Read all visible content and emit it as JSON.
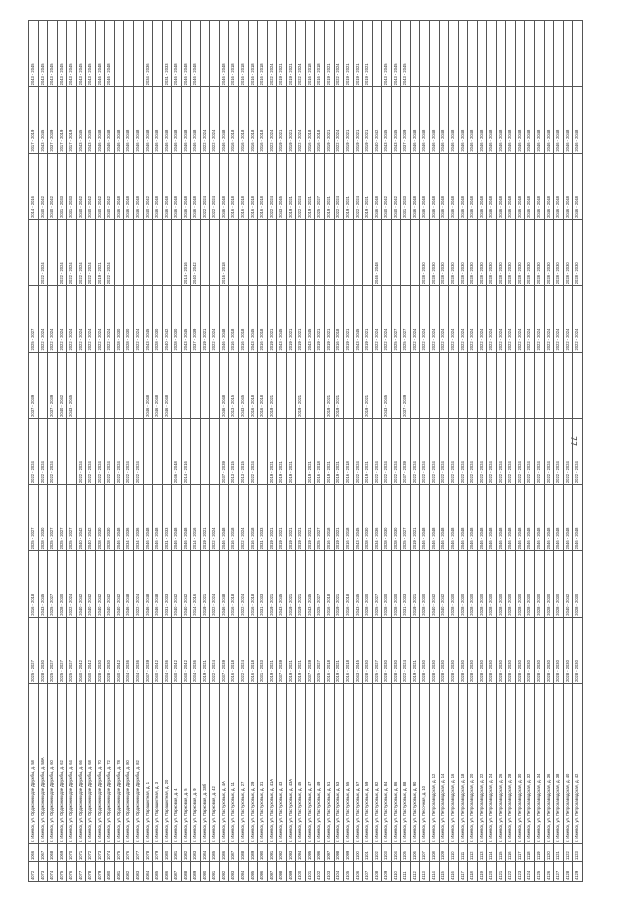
{
  "page_number": "77",
  "rows": [
    [
      "4072",
      "1066",
      "г. Ижевск, ул. Орджоникидзе Дружбы, д. 58",
      "2025 - 2027",
      "2016 - 2018",
      "2025 - 2027",
      "2022 - 2024",
      "2037 - 2039",
      "2025 - 2027",
      "",
      "2014 - 2016",
      "2017 - 2019",
      "2043 - 2045"
    ],
    [
      "4073",
      "1067",
      "г. Ижевск, ул. Орджоникидзе Дружбы, д. 58А",
      "2028 - 2030",
      "2043 - 2045",
      "2028 - 2030",
      "2022 - 2024",
      "",
      "2022 - 2024",
      "2022 - 2024",
      "2040 - 2042",
      "2043 - 2045",
      "2043 - 2045"
    ],
    [
      "4074",
      "1068",
      "г. Ижевск, ул. Орджоникидзе Дружбы, д. 60",
      "2025 - 2027",
      "2025 - 2027",
      "2025 - 2027",
      "2022 - 2024",
      "2037 - 2039",
      "2022 - 2024",
      "",
      "2040 - 2042",
      "2037 - 2039",
      "2043 - 2045"
    ],
    [
      "4075",
      "1069",
      "г. Ижевск, ул. Орджоникидзе Дружбы, д. 62",
      "2025 - 2027",
      "2028 - 2030",
      "2025 - 2027",
      "",
      "2040 - 2042",
      "2022 - 2024",
      "2022 - 2024",
      "2031 - 2033",
      "2017 - 2019",
      "2043 - 2045"
    ],
    [
      "4076",
      "1070",
      "г. Ижевск, ул. Орджоникидзе Дружбы, д. 64",
      "2025 - 2027",
      "2022 - 2024",
      "2025 - 2027",
      "",
      "2043 - 2045",
      "2022 - 2024",
      "2022 - 2024",
      "2031 - 2033",
      "2017 - 2019",
      "2043 - 2045"
    ],
    [
      "4077",
      "1071",
      "г. Ижевск, ул. Орджоникидзе Дружбы, д. 66",
      "2040 - 2042",
      "2040 - 2042",
      "2040 - 2042",
      "2022 - 2024",
      "",
      "2022 - 2024",
      "2022 - 2024",
      "2040 - 2042",
      "2043 - 2045",
      "2043 - 2045"
    ],
    [
      "4078",
      "1072",
      "г. Ижевск, ул. Орджоникидзе Дружбы, д. 68",
      "2040 - 2042",
      "2040 - 2042",
      "2040 - 2042",
      "2022 - 2024",
      "",
      "2022 - 2024",
      "2022 - 2024",
      "2040 - 2042",
      "2043 - 2045",
      "2043 - 2045"
    ],
    [
      "4079",
      "1073",
      "г. Ижевск, ул. Орджоникидзе Дружбы, д. 70",
      "2028 - 2030",
      "2040 - 2042",
      "2028 - 2030",
      "2022 - 2024",
      "",
      "2022 - 2024",
      "2019 - 2021",
      "2040 - 2042",
      "2046 - 2048",
      "2046 - 2048"
    ],
    [
      "4080",
      "1074",
      "г. Ижевск, ул. Орджоникидзе Дружбы, д. 72",
      "2028 - 2030",
      "2040 - 2042",
      "2028 - 2030",
      "2022 - 2024",
      "",
      "2022 - 2024",
      "2022 - 2024",
      "2040 - 2042",
      "2046 - 2048",
      "2046 - 2048"
    ],
    [
      "4081",
      "1075",
      "г. Ижевск, ул. Орджоникидзе Дружбы, д. 78",
      "2040 - 2042",
      "2040 - 2042",
      "2046 - 2048",
      "2022 - 2024",
      "",
      "2028 - 2030",
      "",
      "2046 - 2048",
      "2046 - 2048",
      ""
    ],
    [
      "4082",
      "1076",
      "г. Ижевск, ул. Орджоникидзе Дружбы, д. 80",
      "2034 - 2036",
      "2046 - 2048",
      "2034 - 2036",
      "2022 - 2024",
      "",
      "2028 - 2030",
      "",
      "2046 - 2048",
      "2046 - 2048",
      ""
    ],
    [
      "4083",
      "1077",
      "г. Ижевск, ул. Орджоникидзе Дружбы, д. 82",
      "2034 - 2036",
      "2022 - 2024",
      "2034 - 2036",
      "2022 - 2024",
      "",
      "2022 - 2024",
      "",
      "2046 - 2048",
      "2046 - 2048",
      ""
    ],
    [
      "4084",
      "1078",
      "г. Ижевск, ул. Парашютная, д. 1",
      "2037 - 2039",
      "2046 - 2048",
      "2046 - 2048",
      "",
      "2046 - 2048",
      "2043 - 2045",
      "",
      "2040 - 2042",
      "2046 - 2048",
      "2034 - 2036"
    ],
    [
      "4085",
      "1079",
      "г. Ижевск, ул. Парашютная, д. 3",
      "2040 - 2042",
      "2046 - 2048",
      "2046 - 2048",
      "",
      "2046 - 2048",
      "2028 - 2030",
      "",
      "2046 - 2048",
      "2046 - 2048",
      ""
    ],
    [
      "4086",
      "1080",
      "г. Ижевск, ул. Парашютная, д. 20",
      "2034 - 2036",
      "2031 - 2033",
      "2031 - 2033",
      "",
      "2046 - 2048",
      "2040 - 2042",
      "",
      "2046 - 2048",
      "2046 - 2048",
      "2031 - 2033"
    ],
    [
      "4087",
      "1081",
      "г. Ижевск, ул. Парковая, д. 4",
      "2040 - 2042",
      "2040 - 2042",
      "2046 - 2048",
      "2046 - 2048",
      "",
      "2028 - 2030",
      "",
      "2046 - 2048",
      "2046 - 2048",
      "2046 - 2048"
    ],
    [
      "4088",
      "1082",
      "г. Ижевск, ул. Парковая, д. 5",
      "2040 - 2042",
      "2040 - 2042",
      "2046 - 2048",
      "2014 - 2016",
      "",
      "2043 - 2045",
      "2014 - 2016",
      "2046 - 2048",
      "2046 - 2048",
      "2046 - 2048"
    ],
    [
      "4089",
      "1083",
      "г. Ижевск, ул. Парковая, д. 9",
      "2034 - 2036",
      "2014 - 2016",
      "2014 - 2016",
      "",
      "",
      "2037 - 2039",
      "2040 - 2042",
      "2046 - 2048",
      "2046 - 2048",
      "2046 - 2048"
    ],
    [
      "4090",
      "1084",
      "г. Ижевск, ул. Парковая, д. 28б",
      "2019 - 2021",
      "2019 - 2021",
      "2019 - 2021",
      "",
      "",
      "2019 - 2021",
      "",
      "2022 - 2024",
      "2022 - 2024",
      ""
    ],
    [
      "4091",
      "1085",
      "г. Ижевск, ул. Парковая, д. 42",
      "2022 - 2024",
      "2022 - 2024",
      "2022 - 2024",
      "",
      "",
      "2022 - 2024",
      "",
      "2022 - 2024",
      "2022 - 2024",
      ""
    ],
    [
      "4092",
      "1086",
      "г. Ижевск, ул. Пастуховых, д. 4А",
      "2037 - 2039",
      "2046 - 2048",
      "2046 - 2048",
      "2037 - 2039",
      "2046 - 2048",
      "2046 - 2048",
      "2016 - 2018",
      "2046 - 2048",
      "2046 - 2048",
      "2046 - 2048"
    ],
    [
      "4093",
      "1087",
      "г. Ижевск, ул. Пастуховых, д. 11",
      "2016 - 2018",
      "2016 - 2018",
      "2016 - 2018",
      "2013 - 2015",
      "2013 - 2015",
      "2016 - 2018",
      "",
      "2016 - 2018",
      "2016 - 2018",
      "2016 - 2018"
    ],
    [
      "4094",
      "1088",
      "г. Ижевск, ул. Пастуховых, д. 27",
      "2022 - 2024",
      "2022 - 2024",
      "2022 - 2024",
      "2013 - 2015",
      "2043 - 2045",
      "2016 - 2018",
      "",
      "2016 - 2018",
      "2016 - 2018",
      "2016 - 2018"
    ],
    [
      "4095",
      "1089",
      "г. Ижевск, ул. Пастуховых, д. 29",
      "2016 - 2018",
      "2016 - 2018",
      "2016 - 2018",
      "2022 - 2024",
      "2016 - 2018",
      "2043 - 2045",
      "",
      "2016 - 2018",
      "2016 - 2018",
      "2016 - 2018"
    ],
    [
      "4096",
      "1090",
      "г. Ижевск, ул. Пастуховых, д. 31",
      "2031 - 2033",
      "2031 - 2033",
      "2031 - 2033",
      "",
      "2016 - 2018",
      "2016 - 2018",
      "",
      "2016 - 2018",
      "2016 - 2018",
      "2016 - 2018"
    ],
    [
      "4097",
      "1091",
      "г. Ижевск, ул. Пастуховых, д. 41А",
      "2019 - 2021",
      "2019 - 2021",
      "2019 - 2021",
      "2019 - 2021",
      "2019 - 2021",
      "2019 - 2021",
      "",
      "2022 - 2024",
      "2022 - 2024",
      "2022 - 2024"
    ],
    [
      "4098",
      "1092",
      "г. Ижевск, ул. Пастуховых, д. 43",
      "2037 - 2039",
      "2043 - 2045",
      "2019 - 2021",
      "2019 - 2021",
      "",
      "2043 - 2045",
      "",
      "2043 - 2045",
      "2019 - 2021",
      "2019 - 2021"
    ],
    [
      "4099",
      "1093",
      "г. Ижевск, ул. Пастуховых, д. 43А",
      "2019 - 2021",
      "2019 - 2021",
      "2019 - 2021",
      "2019 - 2021",
      "",
      "2019 - 2021",
      "",
      "2019 - 2021",
      "2019 - 2021",
      "2019 - 2021"
    ],
    [
      "4100",
      "1094",
      "г. Ижевск, ул. Пастуховых, д. 45",
      "2019 - 2021",
      "2019 - 2021",
      "2019 - 2021",
      "",
      "2019 - 2021",
      "2019 - 2021",
      "",
      "2022 - 2024",
      "2022 - 2024",
      "2022 - 2024"
    ],
    [
      "4101",
      "1095",
      "г. Ижевск, ул. Пастуховых, д. 47",
      "2037 - 2039",
      "2043 - 2045",
      "2019 - 2021",
      "2019 - 2021",
      "",
      "2043 - 2045",
      "",
      "2019 - 2021",
      "2016 - 2018",
      "2016 - 2018"
    ],
    [
      "4102",
      "1096",
      "г. Ижевск, ул. Пастуховых, д. 49",
      "2025 - 2027",
      "2025 - 2027",
      "2025 - 2027",
      "2016 - 2018",
      "",
      "2019 - 2021",
      "",
      "2025 - 2027",
      "2016 - 2018",
      "2016 - 2018"
    ],
    [
      "4103",
      "1097",
      "г. Ижевск, ул. Пастуховых, д. 51",
      "2016 - 2018",
      "2016 - 2018",
      "2016 - 2018",
      "2019 - 2021",
      "2019 - 2021",
      "2019 - 2021",
      "",
      "2019 - 2021",
      "2019 - 2021",
      "2019 - 2021"
    ],
    [
      "4104",
      "1098",
      "г. Ижевск, ул. Пастуховых, д. 53",
      "2019 - 2021",
      "2019 - 2021",
      "2019 - 2021",
      "2019 - 2021",
      "2019 - 2021",
      "2016 - 2018",
      "",
      "2022 - 2024",
      "2022 - 2024",
      "2022 - 2024"
    ],
    [
      "4105",
      "1099",
      "г. Ижевск, ул. Пастуховых, д. 55",
      "2016 - 2018",
      "2016 - 2018",
      "2016 - 2018",
      "2016 - 2018",
      "",
      "2019 - 2021",
      "",
      "2019 - 2021",
      "2019 - 2021",
      "2019 - 2021"
    ],
    [
      "4106",
      "1100",
      "г. Ижевск, ул. Пастуховых, д. 57",
      "2043 - 2045",
      "2043 - 2045",
      "2043 - 2045",
      "2022 - 2024",
      "",
      "2043 - 2045",
      "",
      "2022 - 2024",
      "2019 - 2021",
      "2019 - 2021"
    ],
    [
      "4107",
      "1101",
      "г. Ижевск, ул. Пастуховых, д. 59",
      "2028 - 2030",
      "2028 - 2030",
      "2028 - 2030",
      "2019 - 2021",
      "2019 - 2021",
      "2019 - 2021",
      "",
      "2019 - 2021",
      "2019 - 2021",
      "2019 - 2021"
    ],
    [
      "4108",
      "1102",
      "г. Ижевск, ул. Пастуховых, д. 82",
      "2025 - 2027",
      "2025 - 2027",
      "2034 - 2036",
      "2022 - 2024",
      "",
      "2022 - 2024",
      "2046 - 2048",
      "2046 - 2048",
      "2040 - 2042",
      ""
    ],
    [
      "4109",
      "1103",
      "г. Ижевск, ул. Пастуховых, д. 84",
      "2028 - 2030",
      "2028 - 2030",
      "2028 - 2030",
      "2022 - 2024",
      "2043 - 2045",
      "2022 - 2024",
      "",
      "2040 - 2042",
      "2043 - 2045",
      "2043 - 2045"
    ],
    [
      "4110",
      "1104",
      "г. Ижевск, ул. Пастуховых, д. 86",
      "2028 - 2030",
      "2028 - 2030",
      "2028 - 2030",
      "2022 - 2024",
      "",
      "2025 - 2027",
      "",
      "2040 - 2042",
      "2043 - 2045",
      "2043 - 2045"
    ],
    [
      "4111",
      "1105",
      "г. Ижевск, ул. Пастуховых, д. 88",
      "2022 - 2024",
      "2031 - 2033",
      "2025 - 2027",
      "2037 - 2039",
      "2037 - 2039",
      "2025 - 2027",
      "",
      "2031 - 2033",
      "2037 - 2039",
      "2043 - 2045"
    ],
    [
      "4112",
      "1106",
      "г. Ижевск, ул. Пастуховых, д. 90",
      "2019 - 2021",
      "2019 - 2021",
      "2019 - 2021",
      "2022 - 2024",
      "",
      "2022 - 2024",
      "",
      "2046 - 2048",
      "2046 - 2048",
      ""
    ],
    [
      "4113",
      "1107",
      "г. Ижевск, ул. Песочная, д. 10",
      "2028 - 2030",
      "2028 - 2030",
      "2046 - 2048",
      "2022 - 2024",
      "",
      "2022 - 2024",
      "2028 - 2030",
      "2046 - 2048",
      "2046 - 2048",
      ""
    ],
    [
      "4114",
      "1108",
      "г. Ижевск, ул. Петрозаводская, д. 12",
      "2028 - 2030",
      "2040 - 2042",
      "2046 - 2048",
      "2022 - 2024",
      "",
      "2022 - 2024",
      "2028 - 2030",
      "2046 - 2048",
      "2046 - 2048",
      ""
    ],
    [
      "4115",
      "1109",
      "г. Ижевск, ул. Петрозаводская, д. 14",
      "2028 - 2030",
      "2040 - 2042",
      "2046 - 2048",
      "2022 - 2024",
      "",
      "2022 - 2024",
      "2028 - 2030",
      "2046 - 2048",
      "2046 - 2048",
      ""
    ],
    [
      "4116",
      "1110",
      "г. Ижевск, ул. Петрозаводская, д. 16",
      "2028 - 2030",
      "2028 - 2030",
      "2046 - 2048",
      "2022 - 2024",
      "",
      "2022 - 2024",
      "2028 - 2030",
      "2046 - 2048",
      "2046 - 2048",
      ""
    ],
    [
      "4117",
      "1111",
      "г. Ижевск, ул. Петрозаводская, д. 18",
      "2028 - 2030",
      "2028 - 2030",
      "2046 - 2048",
      "2022 - 2024",
      "",
      "2022 - 2024",
      "2028 - 2030",
      "2046 - 2048",
      "2046 - 2048",
      ""
    ],
    [
      "4118",
      "1112",
      "г. Ижевск, ул. Петрозаводская, д. 20",
      "2028 - 2030",
      "2028 - 2030",
      "2046 - 2048",
      "2022 - 2024",
      "",
      "2022 - 2024",
      "2028 - 2030",
      "2046 - 2048",
      "2046 - 2048",
      ""
    ],
    [
      "4119",
      "1113",
      "г. Ижевск, ул. Петрозаводская, д. 22",
      "2028 - 2030",
      "2028 - 2030",
      "2046 - 2048",
      "2022 - 2024",
      "",
      "2022 - 2024",
      "2028 - 2030",
      "2046 - 2048",
      "2046 - 2048",
      ""
    ],
    [
      "4120",
      "1114",
      "г. Ижевск, ул. Петрозаводская, д. 24",
      "2028 - 2030",
      "2028 - 2030",
      "2046 - 2048",
      "2022 - 2024",
      "",
      "2022 - 2024",
      "2028 - 2030",
      "2046 - 2048",
      "2046 - 2048",
      ""
    ],
    [
      "4121",
      "1115",
      "г. Ижевск, ул. Петрозаводская, д. 26",
      "2028 - 2030",
      "2028 - 2030",
      "2046 - 2048",
      "2022 - 2024",
      "",
      "2022 - 2024",
      "2028 - 2030",
      "2046 - 2048",
      "2046 - 2048",
      ""
    ],
    [
      "4122",
      "1116",
      "г. Ижевск, ул. Петрозаводская, д. 28",
      "2028 - 2030",
      "2028 - 2030",
      "2046 - 2048",
      "2022 - 2024",
      "",
      "2022 - 2024",
      "2028 - 2030",
      "2046 - 2048",
      "2046 - 2048",
      ""
    ],
    [
      "4123",
      "1117",
      "г. Ижевск, ул. Петрозаводская, д. 30",
      "2028 - 2030",
      "2028 - 2030",
      "2046 - 2048",
      "2022 - 2024",
      "",
      "2022 - 2024",
      "2028 - 2030",
      "2046 - 2048",
      "2046 - 2048",
      ""
    ],
    [
      "4124",
      "1118",
      "г. Ижевск, ул. Петрозаводская, д. 32",
      "2028 - 2030",
      "2028 - 2030",
      "2046 - 2048",
      "2022 - 2024",
      "",
      "2022 - 2024",
      "2028 - 2030",
      "2046 - 2048",
      "2046 - 2048",
      ""
    ],
    [
      "4125",
      "1119",
      "г. Ижевск, ул. Петрозаводская, д. 34",
      "2028 - 2030",
      "2028 - 2030",
      "2046 - 2048",
      "2022 - 2024",
      "",
      "2022 - 2024",
      "2028 - 2030",
      "2046 - 2048",
      "2046 - 2048",
      ""
    ],
    [
      "4126",
      "1120",
      "г. Ижевск, ул. Петрозаводская, д. 36",
      "2028 - 2030",
      "2028 - 2030",
      "2046 - 2048",
      "2022 - 2024",
      "",
      "2022 - 2024",
      "2028 - 2030",
      "2046 - 2048",
      "2046 - 2048",
      ""
    ],
    [
      "4127",
      "1121",
      "г. Ижевск, ул. Петрозаводская, д. 38",
      "2028 - 2030",
      "2028 - 2030",
      "2046 - 2048",
      "2022 - 2024",
      "",
      "2022 - 2024",
      "2028 - 2030",
      "2046 - 2048",
      "2046 - 2048",
      ""
    ],
    [
      "4128",
      "1122",
      "г. Ижевск, ул. Петрозаводская, д. 40",
      "2028 - 2030",
      "2040 - 2042",
      "2046 - 2048",
      "2022 - 2024",
      "",
      "2022 - 2024",
      "2028 - 2030",
      "2046 - 2048",
      "2046 - 2048",
      ""
    ],
    [
      "4129",
      "1123",
      "г. Ижевск, ул. Петрозаводская, д. 42",
      "2028 - 2030",
      "2028 - 2030",
      "2046 - 2048",
      "2022 - 2024",
      "",
      "2022 - 2024",
      "2028 - 2030",
      "2046 - 2048",
      "2046 - 2048",
      ""
    ]
  ]
}
